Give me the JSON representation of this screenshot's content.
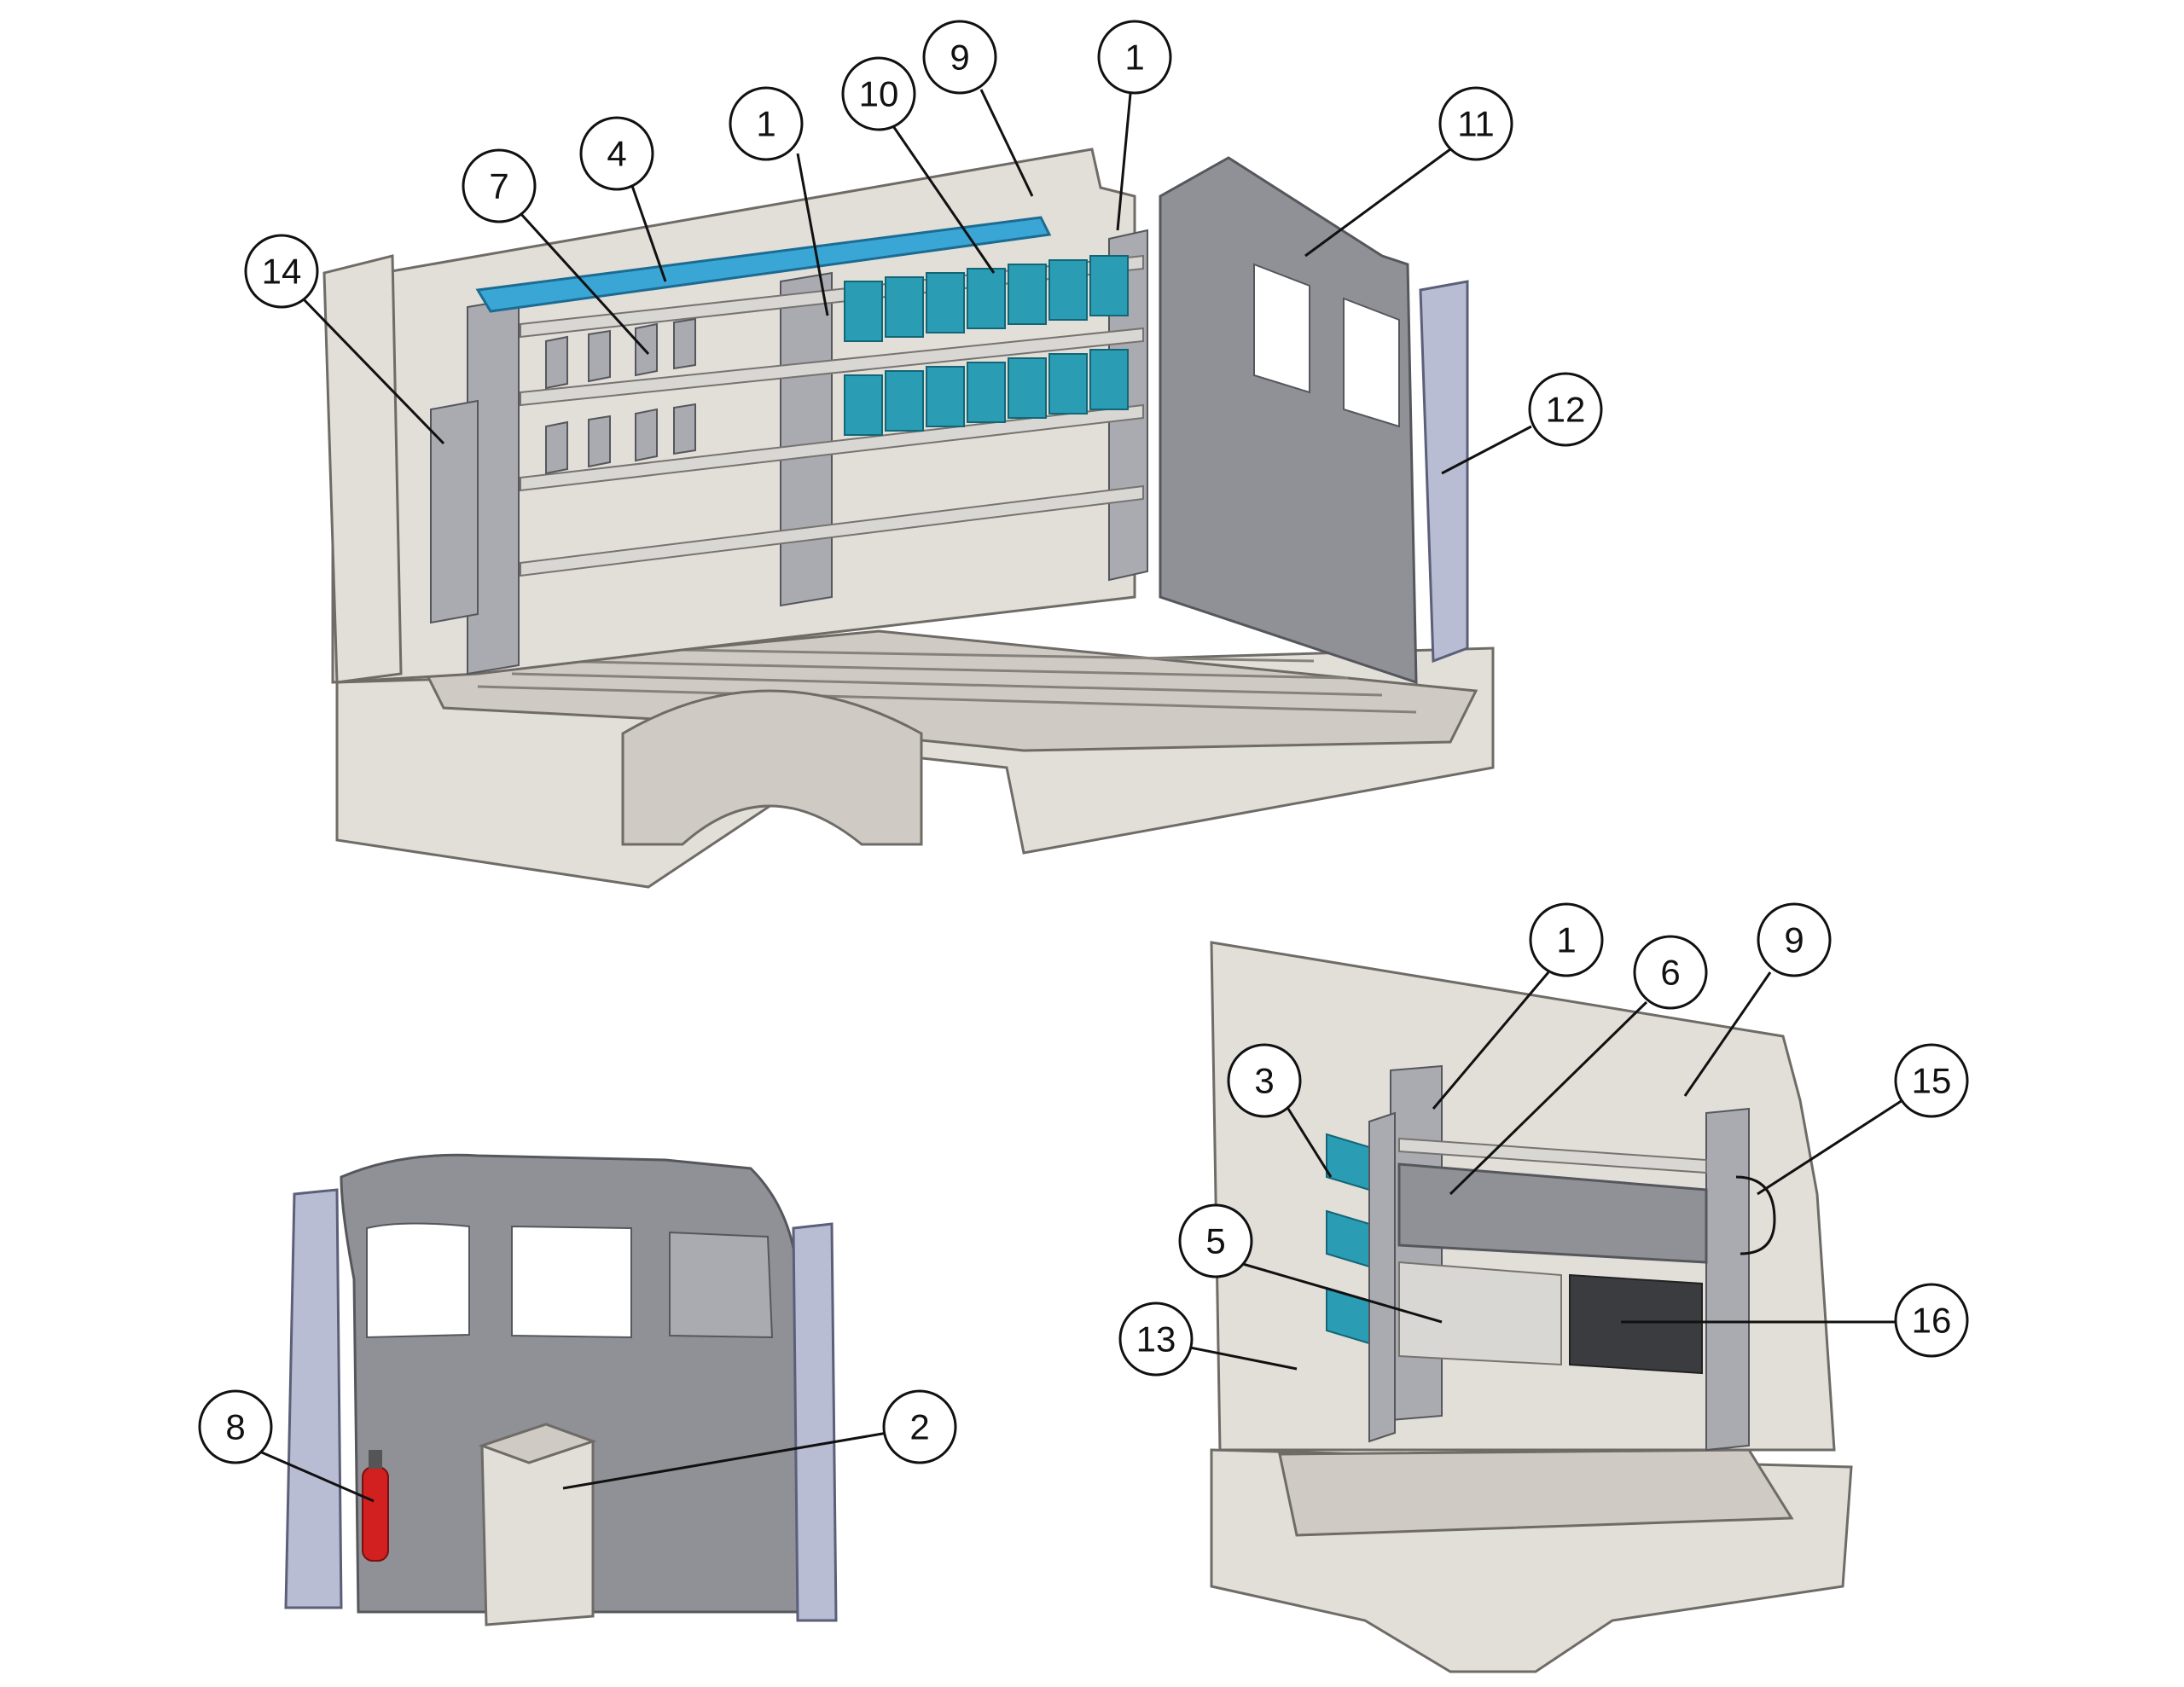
{
  "colors": {
    "bin_teal": "#2a9db5",
    "tray_blue": "#3aa6d6",
    "partition_gray": "#8f9197",
    "van_body": "#e2ded8",
    "pillar_lavender": "#b9bdd3",
    "extinguisher_red": "#d21f1f"
  },
  "views": {
    "top_view": {
      "callouts": [
        {
          "label": "1"
        },
        {
          "label": "9"
        },
        {
          "label": "1"
        },
        {
          "label": "10"
        },
        {
          "label": "4"
        },
        {
          "label": "7"
        },
        {
          "label": "14"
        },
        {
          "label": "11"
        },
        {
          "label": "12"
        }
      ]
    },
    "partition_view": {
      "callouts": [
        {
          "label": "8"
        },
        {
          "label": "2"
        }
      ]
    },
    "rear_view": {
      "callouts": [
        {
          "label": "1"
        },
        {
          "label": "6"
        },
        {
          "label": "9"
        },
        {
          "label": "3"
        },
        {
          "label": "15"
        },
        {
          "label": "5"
        },
        {
          "label": "16"
        },
        {
          "label": "13"
        }
      ]
    }
  }
}
